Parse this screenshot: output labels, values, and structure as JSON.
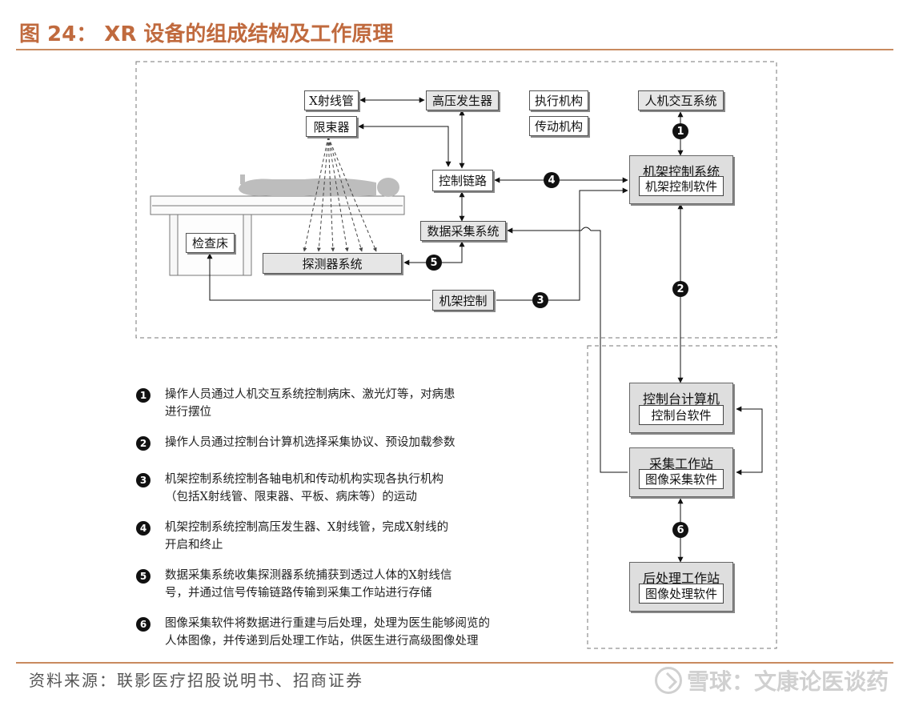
{
  "header": {
    "title": "图 24： XR 设备的组成结构及工作原理"
  },
  "diagram": {
    "boxes": {
      "xray_tube": "X射线管",
      "collimator": "限束器",
      "hv_generator": "高压发生器",
      "actuator": "执行机构",
      "transmission": "传动机构",
      "hmi": "人机交互系统",
      "control_link": "控制链路",
      "daq": "数据采集系统",
      "detector": "探测器系统",
      "exam_bed": "检查床",
      "gantry_control": "机架控制"
    },
    "modules": {
      "gantry_system": {
        "title": "机架控制系统",
        "inner": "机架控制软件"
      },
      "console": {
        "title": "控制台计算机",
        "inner": "控制台软件"
      },
      "acq_station": {
        "title": "采集工作站",
        "inner": "图像采集软件"
      },
      "post_station": {
        "title": "后处理工作站",
        "inner": "图像处理软件"
      }
    },
    "badges": [
      "1",
      "2",
      "3",
      "4",
      "5",
      "6"
    ]
  },
  "steps": [
    {
      "num": "1",
      "lines": [
        "操作人员通过人机交互系统控制病床、激光灯等，对病患",
        "进行摆位"
      ]
    },
    {
      "num": "2",
      "lines": [
        "操作人员通过控制台计算机选择采集协议、预设加载参数"
      ]
    },
    {
      "num": "3",
      "lines": [
        "机架控制系统控制各轴电机和传动机构实现各执行机构",
        "（包括X射线管、限束器、平板、病床等）的运动"
      ]
    },
    {
      "num": "4",
      "lines": [
        "机架控制系统控制高压发生器、X射线管，完成X射线的",
        "开启和终止"
      ]
    },
    {
      "num": "5",
      "lines": [
        "数据采集系统收集探测器系统捕获到透过人体的X射线信",
        "号，并通过信号传输链路传输到采集工作站进行存储"
      ]
    },
    {
      "num": "6",
      "lines": [
        "图像采集软件将数据进行重建与后处理，处理为医生能够阅览的",
        "人体图像，并传递到后处理工作站，供医生进行高级图像处理"
      ]
    }
  ],
  "footer": {
    "source": "资料来源：联影医疗招股说明书、招商证券",
    "watermark": "雪球：文康论医谈药"
  }
}
